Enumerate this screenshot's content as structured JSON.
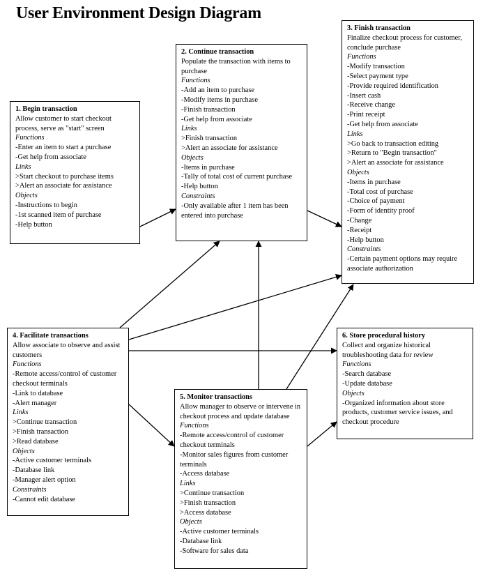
{
  "title": "User Environment Design Diagram",
  "boxes": [
    {
      "name": "begin-transaction",
      "heading": "1. Begin transaction",
      "description": "Allow customer to start checkout process, serve as \"start\" screen",
      "sections": [
        {
          "label": "Functions",
          "items": [
            "-Enter an item to start a purchase",
            "-Get help from associate"
          ]
        },
        {
          "label": "Links",
          "items": [
            ">Start checkout to purchase items",
            ">Alert an associate for assistance"
          ]
        },
        {
          "label": "Objects",
          "items": [
            "-Instructions to begin",
            "-1st scanned item of purchase",
            "-Help button"
          ]
        }
      ]
    },
    {
      "name": "continue-transaction",
      "heading": "2. Continue transaction",
      "description": "Populate the transaction with items to purchase",
      "sections": [
        {
          "label": "Functions",
          "items": [
            "-Add an item to purchase",
            "-Modify items in purchase",
            "-Finish transaction",
            "-Get help from associate"
          ]
        },
        {
          "label": "Links",
          "items": [
            ">Finish transaction",
            ">Alert an associate for assistance"
          ]
        },
        {
          "label": "Objects",
          "items": [
            "-Items in purchase",
            "-Tally of total cost of current purchase",
            "-Help button"
          ]
        },
        {
          "label": "Constraints",
          "items": [
            "-Only available after 1 item has been entered into purchase"
          ]
        }
      ]
    },
    {
      "name": "finish-transaction",
      "heading": "3. Finish transaction",
      "description": "Finalize checkout process for customer, conclude purchase",
      "sections": [
        {
          "label": "Functions",
          "items": [
            "-Modify transaction",
            "-Select payment type",
            "-Provide required identification",
            "-Insert cash",
            "-Receive change",
            "-Print receipt",
            "-Get help from associate"
          ]
        },
        {
          "label": "Links",
          "items": [
            ">Go back to transaction editing",
            ">Return to \"Begin transaction\"",
            ">Alert an associate for assistance"
          ]
        },
        {
          "label": "Objects",
          "items": [
            "-Items in purchase",
            "-Total cost of purchase",
            "-Choice of payment",
            "-Form of identity proof",
            "-Change",
            "-Receipt",
            "-Help button"
          ]
        },
        {
          "label": "Constraints",
          "items": [
            "-Certain payment options may require associate authorization"
          ]
        }
      ]
    },
    {
      "name": "facilitate-transactions",
      "heading": "4. Facilitate transactions",
      "description": "Allow associate to observe and assist customers",
      "sections": [
        {
          "label": "Functions",
          "items": [
            "-Remote access/control of customer checkout terminals",
            "-Link to database",
            "-Alert manager"
          ]
        },
        {
          "label": "Links",
          "items": [
            ">Continue transaction",
            ">Finish transaction",
            ">Read database"
          ]
        },
        {
          "label": "Objects",
          "items": [
            "-Active customer terminals",
            "-Database link",
            "-Manager alert option"
          ]
        },
        {
          "label": "Constraints",
          "items": [
            "-Cannot edit database"
          ]
        }
      ]
    },
    {
      "name": "monitor-transactions",
      "heading": "5. Monitor transactions",
      "description": "Allow manager to observe or intervene in checkout process and update database",
      "sections": [
        {
          "label": "Functions",
          "items": [
            "-Remote access/control of customer checkout terminals",
            "-Monitor sales figures from customer terminals",
            "-Access database"
          ]
        },
        {
          "label": "Links",
          "items": [
            ">Continue transaction",
            ">Finish transaction",
            ">Access database"
          ]
        },
        {
          "label": "Objects",
          "items": [
            "-Active customer terminals",
            "-Database link",
            "-Software for sales data"
          ]
        }
      ]
    },
    {
      "name": "store-procedural-history",
      "heading": "6. Store procedural history",
      "description": "Collect and organize historical troubleshooting data for review",
      "sections": [
        {
          "label": "Functions",
          "items": [
            "-Search database",
            "-Update database"
          ]
        },
        {
          "label": "Objects",
          "items": [
            "-Organized information about store products, customer service issues, and checkout procedure"
          ]
        }
      ]
    }
  ]
}
